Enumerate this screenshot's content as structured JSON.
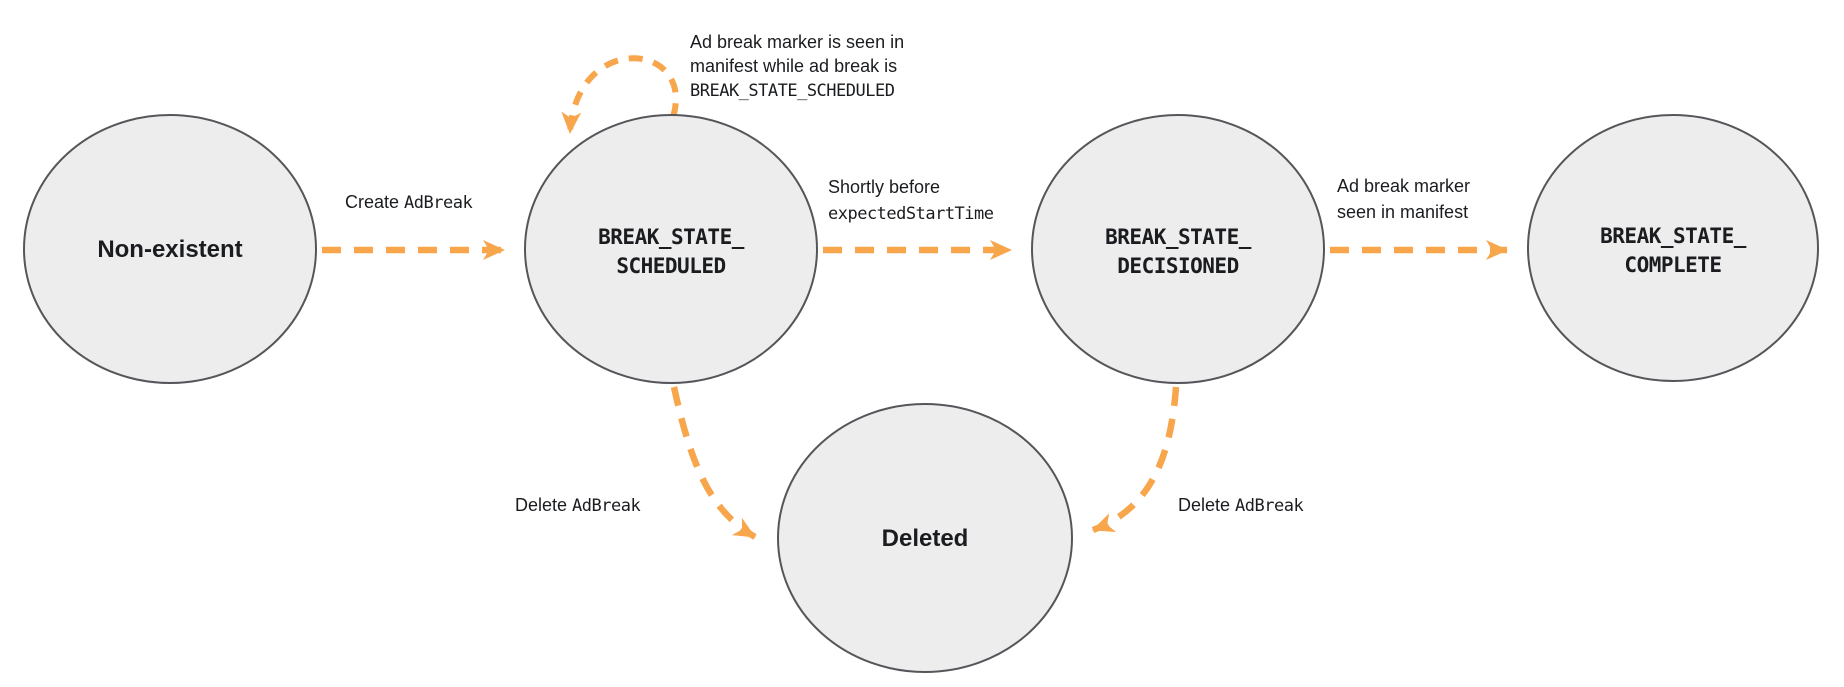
{
  "colors": {
    "arrow": "#F7A64C",
    "nodeFill": "#EDEDED",
    "nodeBorder": "#54565A",
    "text": "#1A1C1F"
  },
  "states": {
    "non_existent": {
      "label": "Non-existent"
    },
    "scheduled": {
      "line1": "BREAK_STATE_",
      "line2": "SCHEDULED"
    },
    "decisioned": {
      "line1": "BREAK_STATE_",
      "line2": "DECISIONED"
    },
    "complete": {
      "line1": "BREAK_STATE_",
      "line2": "COMPLETE"
    },
    "deleted": {
      "label": "Deleted"
    }
  },
  "transitions": {
    "create": {
      "from": "Non-existent",
      "to": "BREAK_STATE_SCHEDULED",
      "label_plain": "Create ",
      "label_code": "AdBreak"
    },
    "self_loop": {
      "from": "BREAK_STATE_SCHEDULED",
      "to": "BREAK_STATE_SCHEDULED",
      "line1": "Ad break marker is seen in",
      "line2": "manifest while ad break is",
      "line3_code": "BREAK_STATE_SCHEDULED"
    },
    "to_decisioned": {
      "from": "BREAK_STATE_SCHEDULED",
      "to": "BREAK_STATE_DECISIONED",
      "line1": "Shortly before",
      "line2_code": "expectedStartTime"
    },
    "to_complete": {
      "from": "BREAK_STATE_DECISIONED",
      "to": "BREAK_STATE_COMPLETE",
      "line1": "Ad break marker",
      "line2": "seen in manifest"
    },
    "delete_from_scheduled": {
      "from": "BREAK_STATE_SCHEDULED",
      "to": "Deleted",
      "label_plain": "Delete ",
      "label_code": "AdBreak"
    },
    "delete_from_decisioned": {
      "from": "BREAK_STATE_DECISIONED",
      "to": "Deleted",
      "label_plain": "Delete ",
      "label_code": "AdBreak"
    }
  }
}
